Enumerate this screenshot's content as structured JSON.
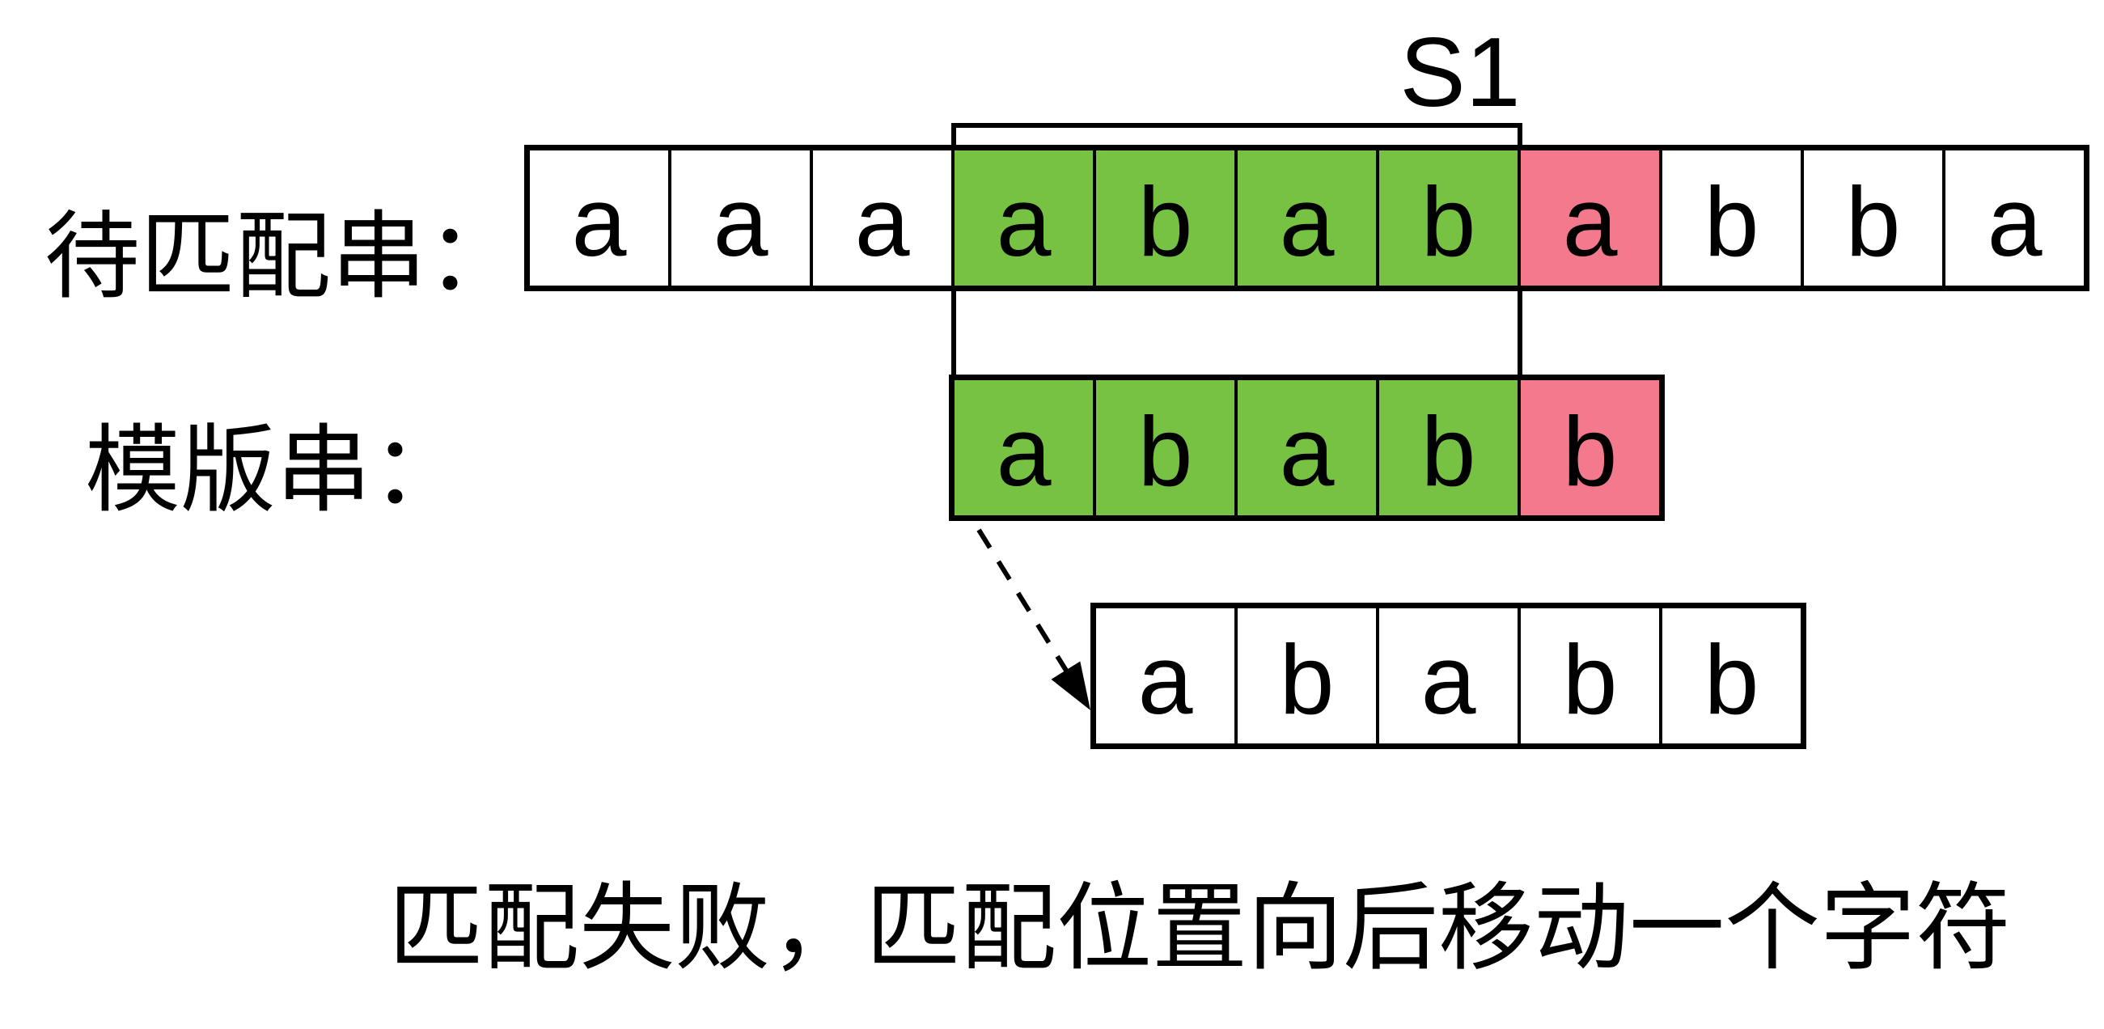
{
  "labels": {
    "target": "待匹配串：",
    "pattern": "模版串：",
    "s1": "S1",
    "caption": "匹配失败，匹配位置向后移动一个字符"
  },
  "colors": {
    "background": "#ffffff",
    "stroke": "#000000",
    "match_green": "#77C243",
    "mismatch_pink": "#F5798C",
    "plain_white": "#ffffff"
  },
  "rows": {
    "target": [
      {
        "ch": "a",
        "state": "plain"
      },
      {
        "ch": "a",
        "state": "plain"
      },
      {
        "ch": "a",
        "state": "plain"
      },
      {
        "ch": "a",
        "state": "match"
      },
      {
        "ch": "b",
        "state": "match"
      },
      {
        "ch": "a",
        "state": "match"
      },
      {
        "ch": "b",
        "state": "match"
      },
      {
        "ch": "a",
        "state": "mismatch"
      },
      {
        "ch": "b",
        "state": "plain"
      },
      {
        "ch": "b",
        "state": "plain"
      },
      {
        "ch": "a",
        "state": "plain"
      }
    ],
    "pattern": [
      {
        "ch": "a",
        "state": "match"
      },
      {
        "ch": "b",
        "state": "match"
      },
      {
        "ch": "a",
        "state": "match"
      },
      {
        "ch": "b",
        "state": "match"
      },
      {
        "ch": "b",
        "state": "mismatch"
      }
    ],
    "shifted": [
      {
        "ch": "a",
        "state": "plain"
      },
      {
        "ch": "b",
        "state": "plain"
      },
      {
        "ch": "a",
        "state": "plain"
      },
      {
        "ch": "b",
        "state": "plain"
      },
      {
        "ch": "b",
        "state": "plain"
      }
    ]
  }
}
